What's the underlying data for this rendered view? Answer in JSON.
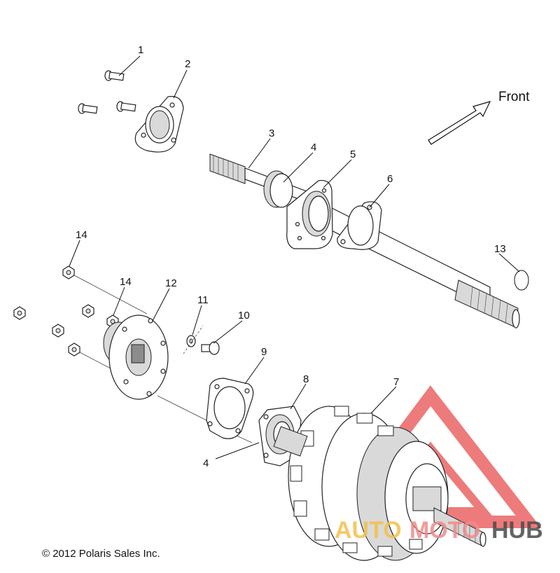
{
  "diagram": {
    "front_label": "Front",
    "copyright": "© 2012 Polaris Sales Inc.",
    "watermark": {
      "part1": "AUTO",
      "part2": "MOTO",
      "part3": "HUB",
      "colors": {
        "auto": "#f5c04a",
        "moto": "#f08a8a",
        "hub": "#4a4a4a",
        "triangle": "#e85050"
      }
    },
    "callouts": {
      "c1": "1",
      "c2": "2",
      "c3": "3",
      "c4a": "4",
      "c5": "5",
      "c6": "6",
      "c7": "7",
      "c8": "8",
      "c9": "9",
      "c10": "10",
      "c11": "11",
      "c12": "12",
      "c13": "13",
      "c14a": "14",
      "c14b": "14",
      "c4b": "4"
    }
  }
}
